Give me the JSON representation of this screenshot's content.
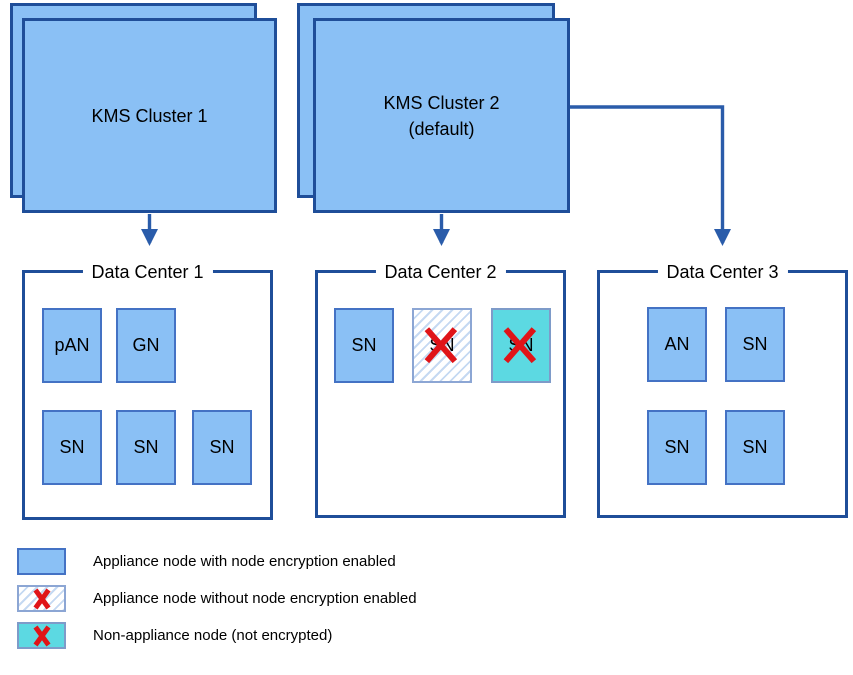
{
  "clusters": [
    {
      "label": "KMS Cluster 1",
      "sublabel": ""
    },
    {
      "label": "KMS Cluster 2",
      "sublabel": "(default)"
    }
  ],
  "data_centers": [
    {
      "title": "Data Center 1",
      "nodes": [
        {
          "label": "pAN",
          "type": "appliance-encrypted"
        },
        {
          "label": "GN",
          "type": "appliance-encrypted"
        },
        {
          "label": "SN",
          "type": "appliance-encrypted"
        },
        {
          "label": "SN",
          "type": "appliance-encrypted"
        },
        {
          "label": "SN",
          "type": "appliance-encrypted"
        }
      ]
    },
    {
      "title": "Data Center 2",
      "nodes": [
        {
          "label": "SN",
          "type": "appliance-encrypted"
        },
        {
          "label": "SN",
          "type": "appliance-not-encrypted"
        },
        {
          "label": "SN",
          "type": "non-appliance"
        }
      ]
    },
    {
      "title": "Data Center 3",
      "nodes": [
        {
          "label": "AN",
          "type": "appliance-encrypted"
        },
        {
          "label": "SN",
          "type": "appliance-encrypted"
        },
        {
          "label": "SN",
          "type": "appliance-encrypted"
        },
        {
          "label": "SN",
          "type": "appliance-encrypted"
        }
      ]
    }
  ],
  "legend": [
    {
      "swatch": "appliance-encrypted",
      "label": "Appliance node with node encryption enabled"
    },
    {
      "swatch": "appliance-not-encrypted",
      "label": "Appliance node without node encryption enabled"
    },
    {
      "swatch": "non-appliance",
      "label": "Non-appliance node (not encrypted)"
    }
  ],
  "colors": {
    "node_fill": "#8AC0F5",
    "panel_border": "#1F4E99",
    "node_border": "#4472C4",
    "arrow": "#2A5CAA",
    "teal_fill": "#5CD9E2",
    "hatch_stripe": "#C5D9F2",
    "hatch_border": "#8CA6D4",
    "x_red": "#E01418"
  }
}
